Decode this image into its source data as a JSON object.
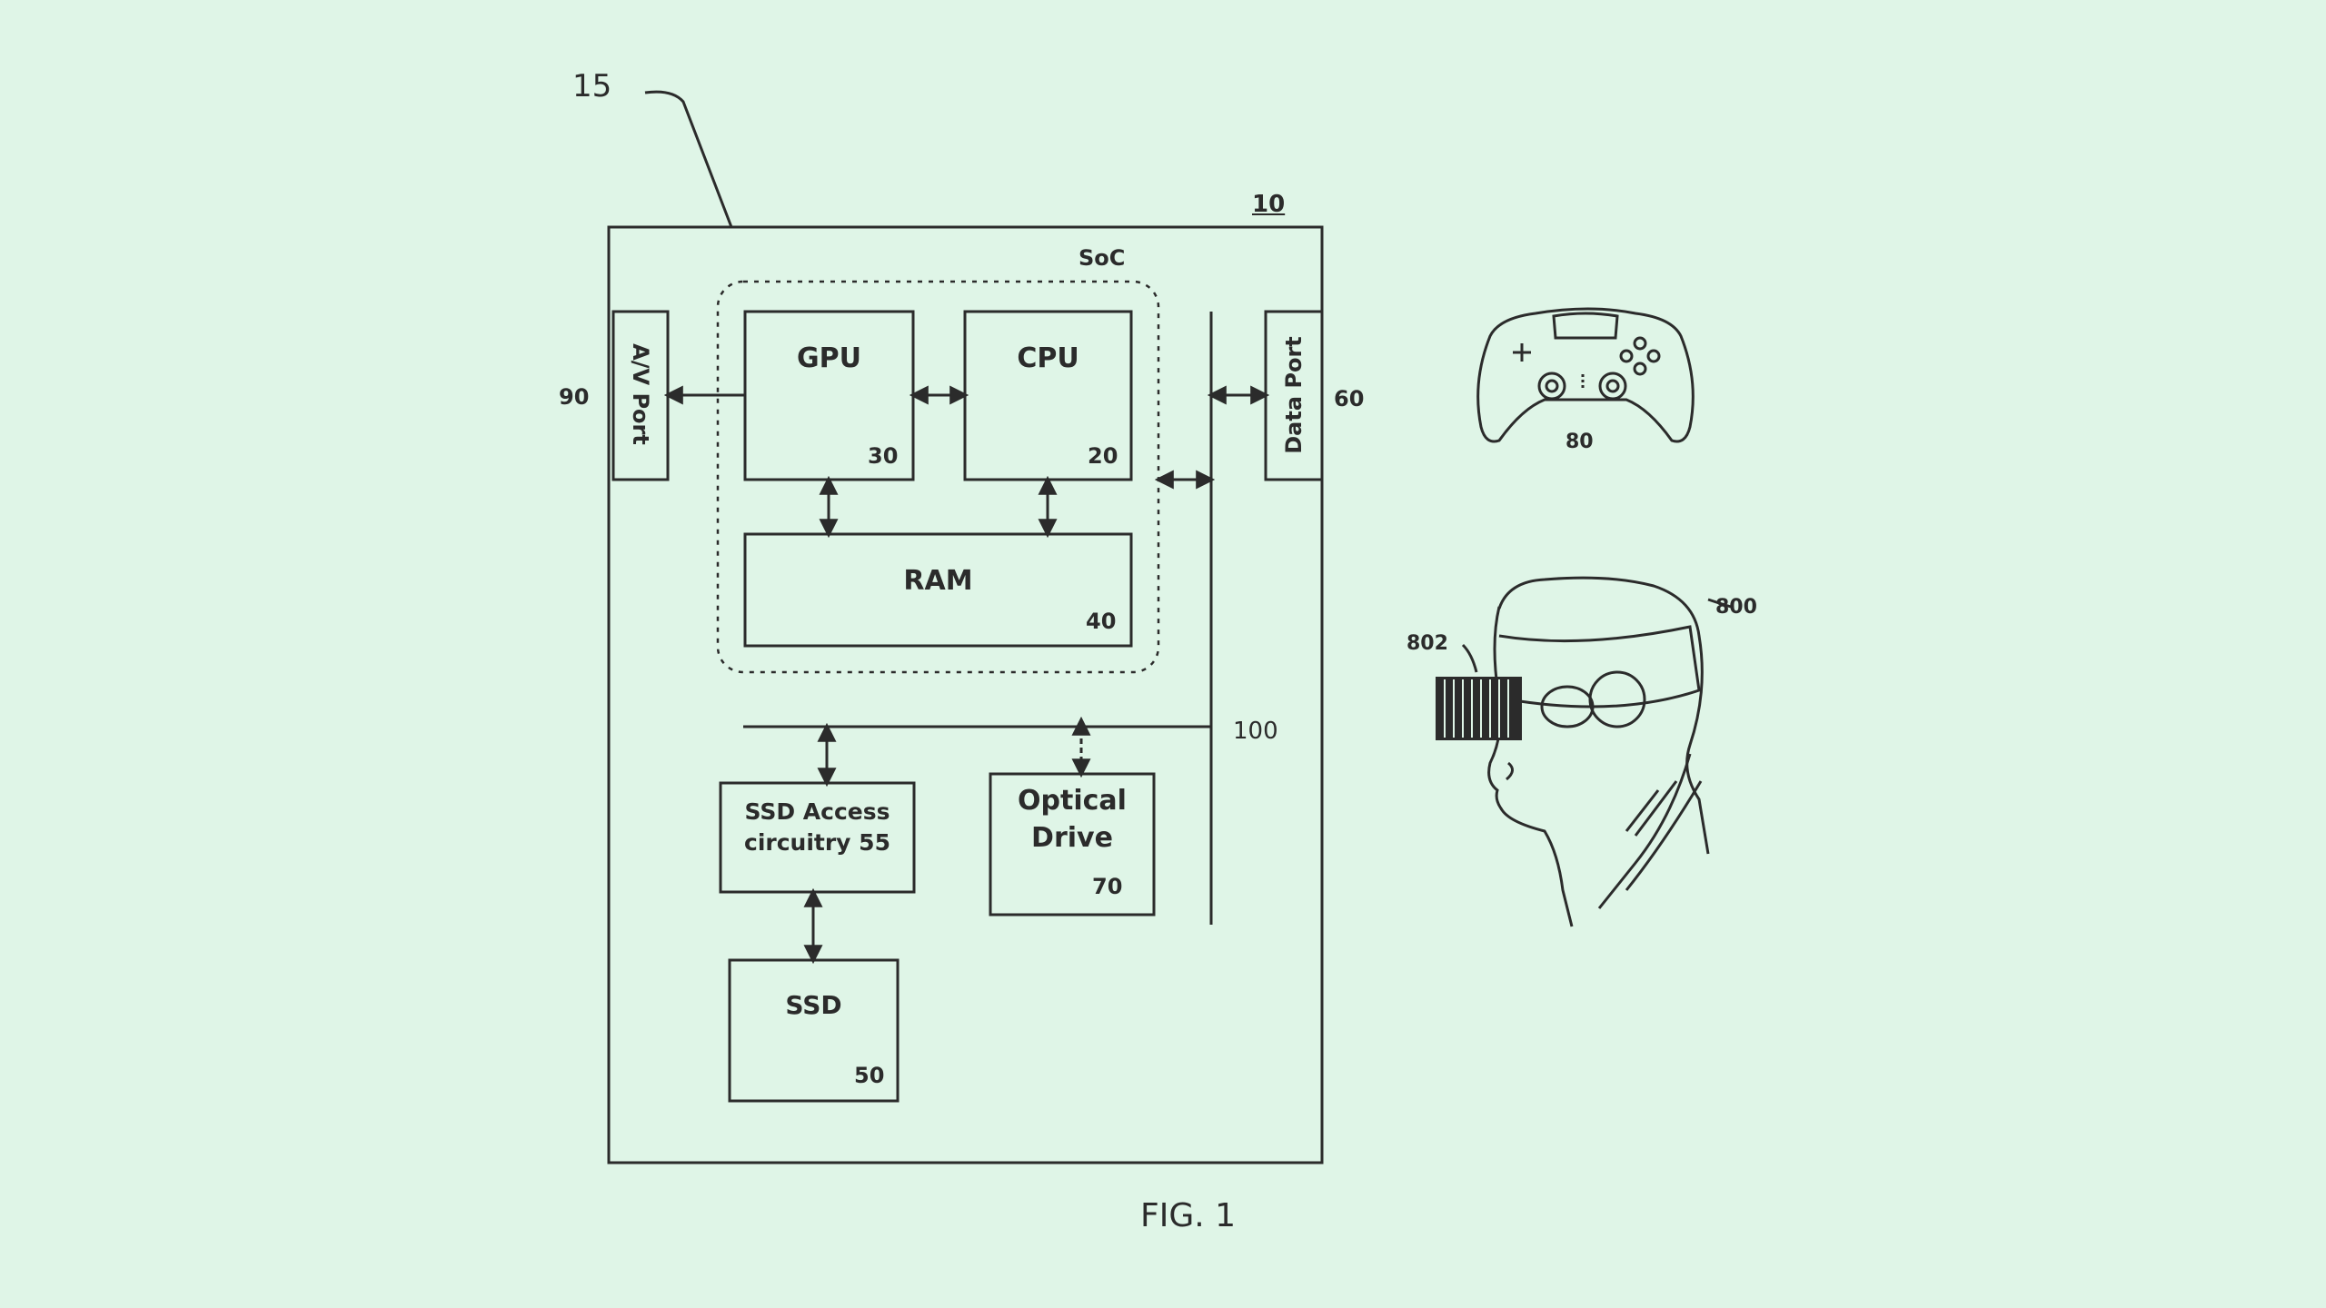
{
  "figure": {
    "caption": "FIG. 1",
    "refs": {
      "system": "15",
      "console": "10",
      "soc": "SoC",
      "av_port_ref": "90",
      "data_port_ref": "60",
      "bus": "100",
      "controller": "80",
      "hmd": "800",
      "hmd_display": "802"
    },
    "blocks": {
      "gpu": {
        "label": "GPU",
        "ref": "30"
      },
      "cpu": {
        "label": "CPU",
        "ref": "20"
      },
      "ram": {
        "label": "RAM",
        "ref": "40"
      },
      "av_port": {
        "label": "A/V Port"
      },
      "data_port": {
        "label": "Data Port"
      },
      "ssd_access": {
        "line1": "SSD Access",
        "line2": "circuitry 55"
      },
      "optical": {
        "line1": "Optical",
        "line2": "Drive",
        "ref": "70"
      },
      "ssd": {
        "label": "SSD",
        "ref": "50"
      }
    }
  },
  "colors": {
    "background": "#dff5e7",
    "ink": "#2b2b2b"
  }
}
